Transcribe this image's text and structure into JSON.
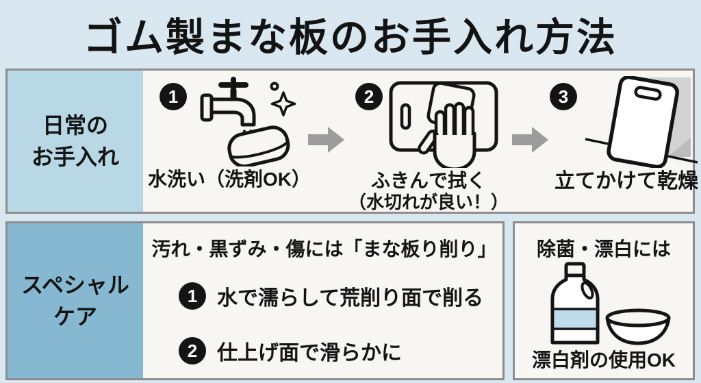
{
  "title": "ゴム製まな板のお手入れ方法",
  "daily": {
    "label_line1": "日常の",
    "label_line2": "お手入れ",
    "steps": [
      {
        "number": "1",
        "caption": "水洗い（洗剤OK）"
      },
      {
        "number": "2",
        "caption_line1": "ふきんで拭く",
        "caption_line2": "（水切れが良い！）"
      },
      {
        "number": "3",
        "caption": "立てかけて乾燥"
      }
    ]
  },
  "special": {
    "label_line1": "スペシャル",
    "label_line2": "ケア",
    "heading": "汚れ・黒ずみ・傷には「まな板り削り」",
    "steps": [
      {
        "number": "1",
        "text": "水で濡らして荒削り面で削る"
      },
      {
        "number": "2",
        "text": "仕上げ面で滑らかに"
      }
    ]
  },
  "bleach": {
    "heading": "除菌・漂白には",
    "caption": "漂白剤の使用OK"
  },
  "icons": {
    "step1": "faucet-sponge-icon",
    "step2": "wipe-board-cloth-icon",
    "step3": "board-leaning-dry-icon",
    "bleach": "bleach-bottle-bowl-icon",
    "arrow": "arrow-right-icon"
  },
  "colors": {
    "page_background": "#d9e8f0",
    "panel_background": "#f8f6f3",
    "daily_label_background": "#b9d8e5",
    "special_label_background": "#86b9d1",
    "border": "#8d8d8d",
    "text": "#141414",
    "arrow": "#9c9c9c",
    "badge_background": "#141414",
    "badge_text": "#ffffff",
    "bottle_band": "#bedcec",
    "wall_shadow": "#d2d2d2"
  }
}
